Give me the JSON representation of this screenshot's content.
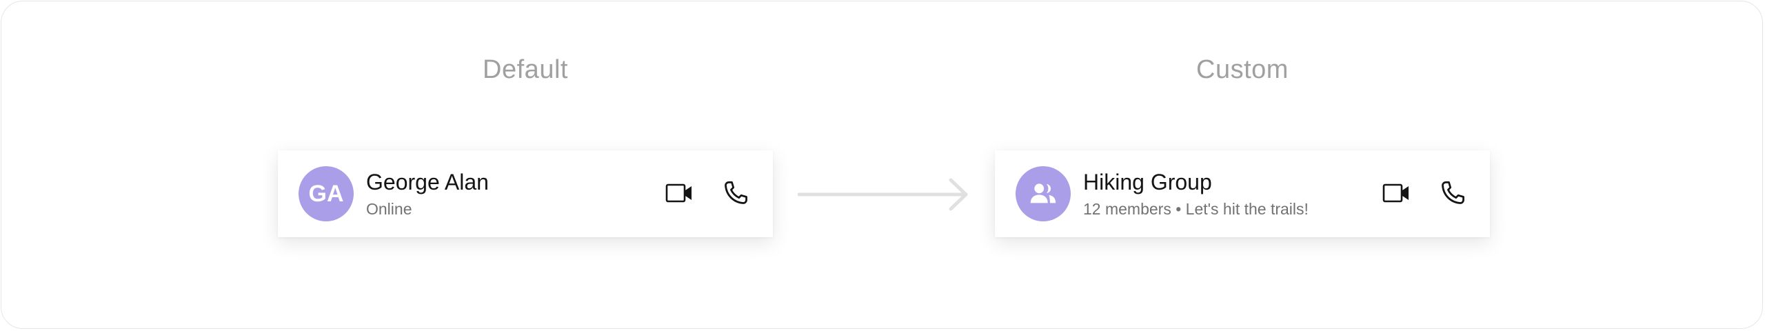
{
  "default_section": {
    "title": "Default",
    "card": {
      "avatar_initials": "GA",
      "name": "George Alan",
      "subtitle": "Online",
      "video_icon": "video-camera-icon",
      "call_icon": "phone-icon"
    }
  },
  "custom_section": {
    "title": "Custom",
    "card": {
      "avatar_icon": "group-icon",
      "name": "Hiking Group",
      "subtitle": "12 members • Let's hit the trails!",
      "video_icon": "video-camera-icon",
      "call_icon": "phone-icon"
    }
  },
  "colors": {
    "avatar_bg": "#aa9ee8",
    "section_title": "#a0a0a0",
    "arrow": "#e0e0e0"
  }
}
